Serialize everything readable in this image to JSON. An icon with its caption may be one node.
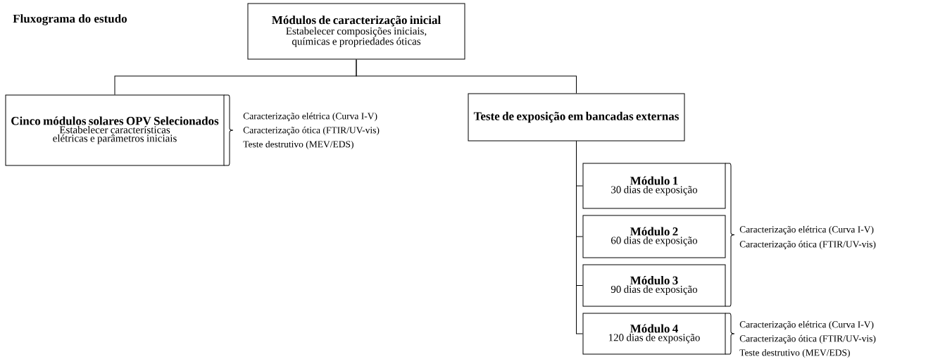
{
  "diagram": {
    "title": "Fluxograma do estudo",
    "nodes": [
      {
        "text": [
          "Módulos de caracterização inicial",
          "Estabelecer composições iniciais, químicas e propriedades óticas"
        ]
      },
      {
        "text": [
          "Cinco módulos solares OPV Selecionados",
          "Estabelecer características elétricas e parâmetros iniciais"
        ]
      },
      {
        "text": [
          "Teste de exposição em bancadas externas"
        ]
      },
      {
        "text": [
          "Módulo 1",
          "30 dias de exposição"
        ]
      },
      {
        "text": [
          "Módulo 2",
          "60 dias de exposição"
        ]
      },
      {
        "text": [
          "Módulo 3",
          "90 dias de exposição"
        ]
      },
      {
        "text": [
          "Módulo 4",
          "120 dias de exposição"
        ]
      }
    ],
    "edges": [
      {
        "from": 0,
        "to": 1,
        "arrow": "none"
      },
      {
        "from": 0,
        "to": 2,
        "arrow": "none"
      },
      {
        "from": 2,
        "to": 3,
        "arrow": "none"
      },
      {
        "from": 2,
        "to": 4,
        "arrow": "none"
      },
      {
        "from": 2,
        "to": 5,
        "arrow": "none"
      },
      {
        "from": 2,
        "to": 6,
        "arrow": "none"
      }
    ],
    "labels": [
      "Caracterização elétrica (Curva I-V)",
      "Caracterização ótica (FTIR/UV-vis)",
      "Teste destrutivo (MEV/EDS)",
      "Caracterização elétrica (Curva I-V)",
      "Caracterização ótica (FTIR/UV-vis)",
      "Caracterização elétrica (Curva I-V)",
      "Caracterização ótica (FTIR/UV-vis)",
      "Teste destrutivo (MEV/EDS)"
    ]
  }
}
